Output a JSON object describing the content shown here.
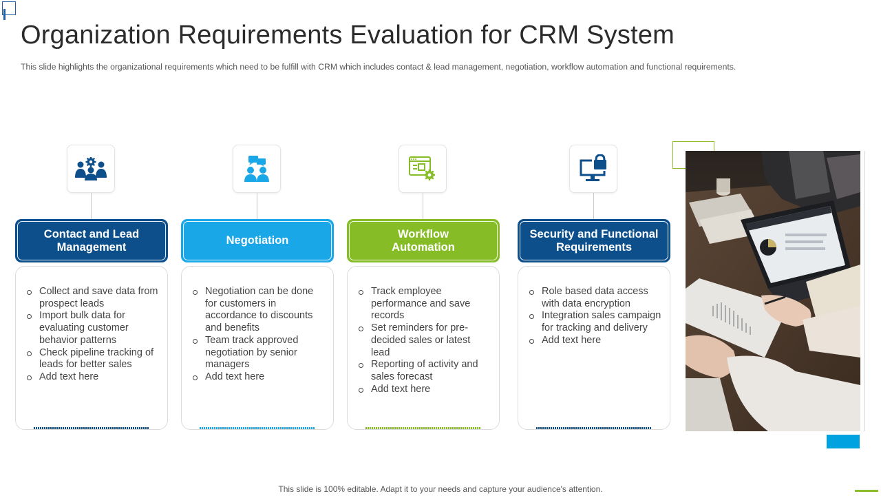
{
  "title": "Organization Requirements Evaluation for CRM System",
  "subtitle": "This slide highlights the organizational  requirements  which need to be fulfill  with CRM  which includes contact & lead management,  negotiation,  workflow  automation and functional requirements.",
  "colors": {
    "dark_blue": "#0d4f8b",
    "light_blue": "#1aa7e8",
    "green": "#86bc25",
    "accent_blue": "#00a3e0"
  },
  "columns": [
    {
      "icon": "team-settings-icon",
      "heading": "Contact and Lead Management",
      "heading_lines": [
        "Contact and Lead",
        "Management"
      ],
      "color": "#0d4f8b",
      "bullets": [
        "Collect and save data from prospect leads",
        "Import bulk data for evaluating customer behavior patterns",
        "Check pipeline tracking of leads for better sales",
        "Add text here"
      ]
    },
    {
      "icon": "discussion-icon",
      "heading": "Negotiation",
      "heading_lines": [
        "Negotiation"
      ],
      "color": "#1aa7e8",
      "bullets": [
        "Negotiation can be done for customers in accordance to discounts and benefits",
        "Team track approved negotiation by senior managers",
        "Add text here"
      ]
    },
    {
      "icon": "workflow-automation-icon",
      "heading": "Workflow Automation",
      "heading_lines": [
        "Workflow",
        "Automation"
      ],
      "color": "#86bc25",
      "bullets": [
        "Track employee performance and save records",
        "Set reminders for pre-decided sales or latest lead",
        "Reporting of activity and sales forecast",
        "Add text here"
      ]
    },
    {
      "icon": "monitor-lock-icon",
      "heading": "Security and Functional Requirements",
      "heading_lines": [
        "Security and Functional",
        "Requirements"
      ],
      "color": "#0d4f8b",
      "bullets": [
        "Role based data access with data encryption",
        "Integration sales campaign for tracking and delivery",
        "Add text here"
      ]
    }
  ],
  "photo": {
    "icon": "meeting-laptop-photo"
  },
  "footer": "This slide is 100% editable. Adapt it to your needs and capture your audience's attention."
}
